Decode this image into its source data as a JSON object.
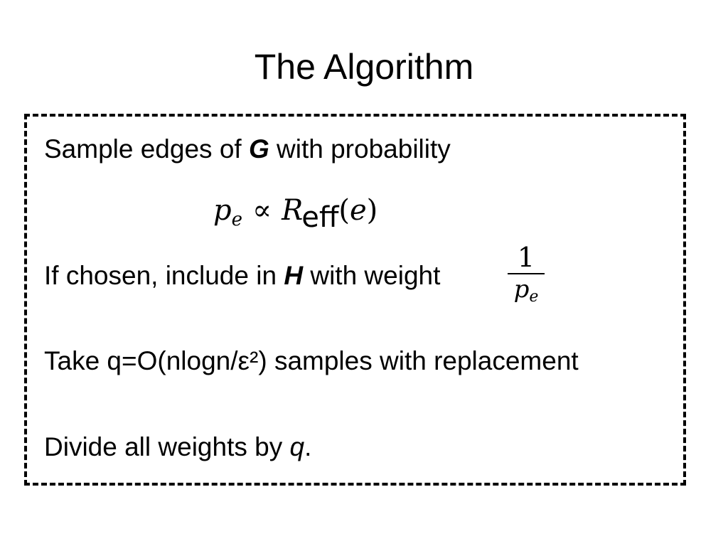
{
  "slide": {
    "title": "The Algorithm",
    "line1": {
      "before": "Sample edges of ",
      "var": "G",
      "after": " with probability"
    },
    "formula": {
      "lhs": "p",
      "lhs_sub": "e",
      "relation": "∝",
      "rhs": "R",
      "rhs_sub": "eff",
      "arg_open": "(",
      "arg": "e",
      "arg_close": ")"
    },
    "line2": {
      "before": "If chosen, include in ",
      "var": "H",
      "after": " with weight ",
      "fraction": {
        "numerator": "1",
        "denominator": "p",
        "denominator_sub": "e"
      }
    },
    "line3": "Take q=O(nlogn/ε²) samples with replacement",
    "line4": {
      "before": "Divide all weights by ",
      "var": "q",
      "after": "."
    }
  }
}
